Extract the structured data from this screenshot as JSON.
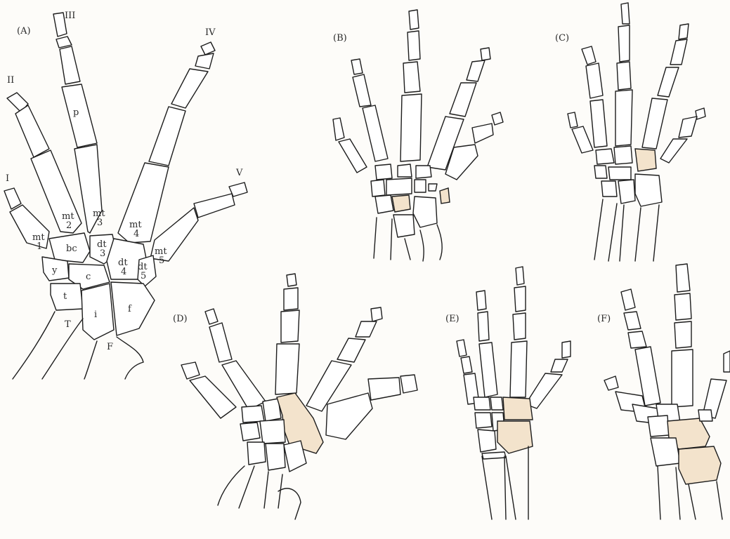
{
  "figure": {
    "highlight_color": "#f3e3cc",
    "line_color": "#1d1d1d",
    "background": "#fdfcf9",
    "panels": [
      {
        "id": "A",
        "label": "(A)"
      },
      {
        "id": "B",
        "label": "(B)"
      },
      {
        "id": "C",
        "label": "(C)"
      },
      {
        "id": "D",
        "label": "(D)"
      },
      {
        "id": "E",
        "label": "(E)"
      },
      {
        "id": "F",
        "label": "(F)"
      }
    ],
    "digits": {
      "I": "I",
      "II": "II",
      "III": "III",
      "IV": "IV",
      "V": "V"
    },
    "bones": {
      "p": "p",
      "mt1a": "mt",
      "mt1b": "1",
      "mt2a": "mt",
      "mt2b": "2",
      "mt3a": "mt",
      "mt3b": "3",
      "mt4a": "mt",
      "mt4b": "4",
      "mt5a": "mt",
      "mt5b": "5",
      "bc": "bc",
      "dt3a": "dt",
      "dt3b": "3",
      "dt4a": "dt",
      "dt4b": "4",
      "dt5a": "dt",
      "dt5b": "5",
      "y": "y",
      "c": "c",
      "t": "t",
      "i": "i",
      "f": "f",
      "T": "T",
      "F": "F"
    }
  }
}
